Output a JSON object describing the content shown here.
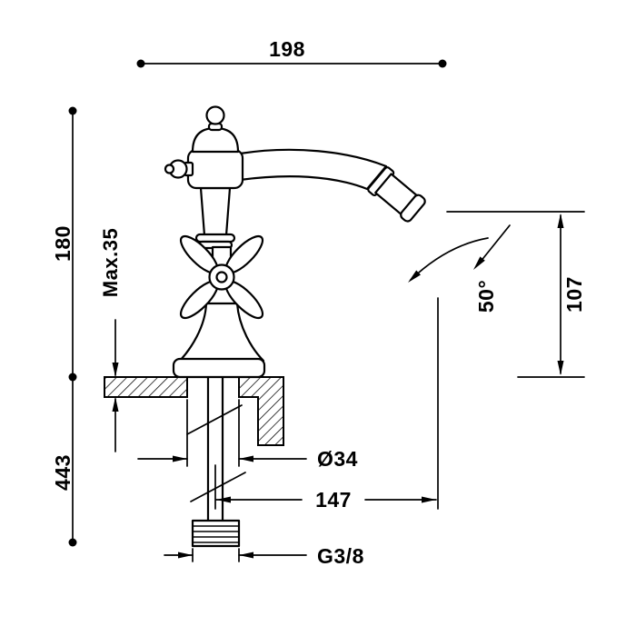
{
  "colors": {
    "ink": "#000000",
    "paper": "#ffffff"
  },
  "drawing": {
    "dimensions": {
      "top_width": "198",
      "upper_height": "180",
      "total_height": "443",
      "max_deck_thickness": "Max.35",
      "outlet_height": "107",
      "spout_angle": "50°",
      "hole_diameter": "Ø34",
      "spout_reach": "147",
      "thread_size": "G3/8"
    }
  }
}
